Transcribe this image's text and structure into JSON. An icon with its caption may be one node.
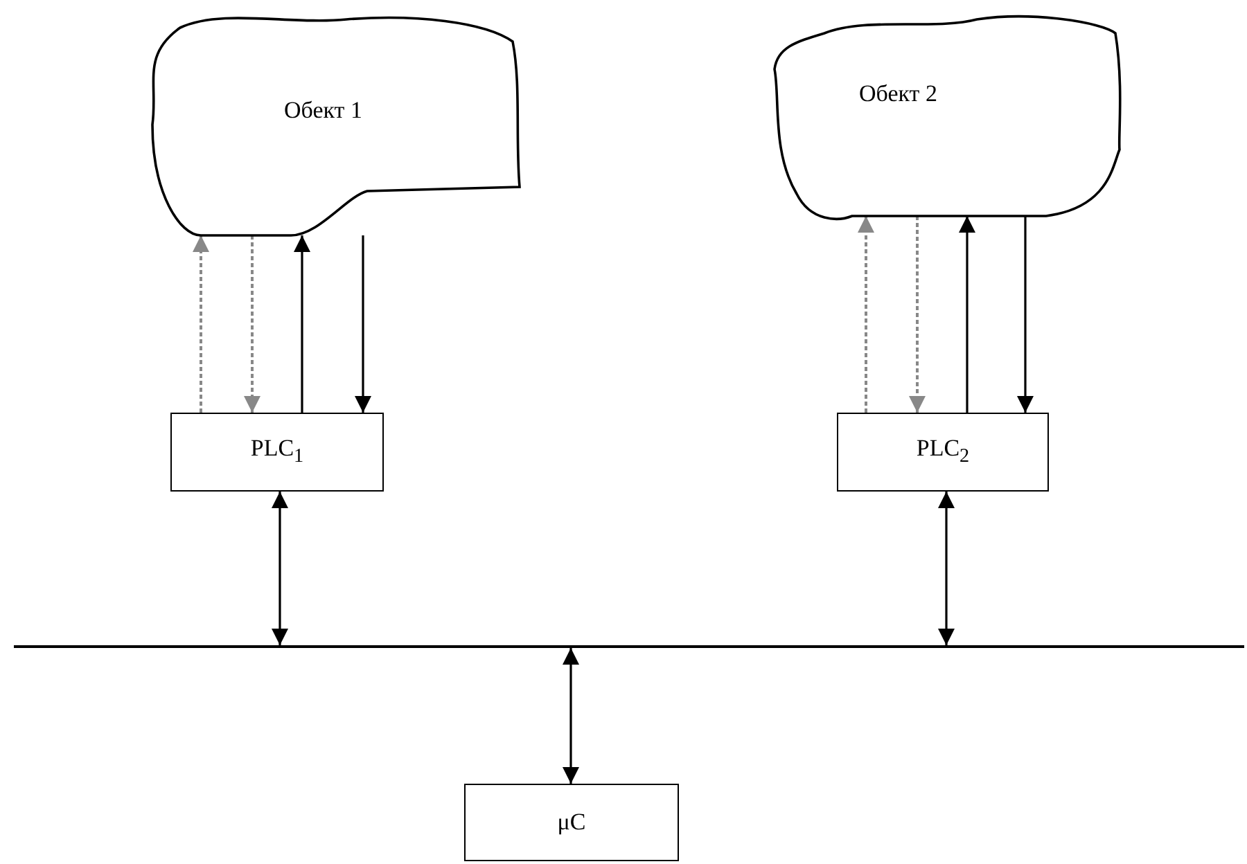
{
  "diagram": {
    "nodes": [
      {
        "text": [
          "Обект 1"
        ]
      },
      {
        "text": [
          "Обект 2"
        ]
      },
      {
        "text": [
          "PLC$_{1}$"
        ]
      },
      {
        "text": [
          "PLC$_{2}$"
        ]
      },
      {
        "text": [],
        "shape": "bar"
      },
      {
        "text": [
          "μC"
        ]
      }
    ],
    "edges": [
      {
        "from": 2,
        "to": 0,
        "arrow": "to",
        "style": "dashed",
        "color": "#888888"
      },
      {
        "from": 0,
        "to": 2,
        "arrow": "to",
        "style": "dashed",
        "color": "#888888"
      },
      {
        "from": 2,
        "to": 0,
        "arrow": "to"
      },
      {
        "from": 0,
        "to": 2,
        "arrow": "to"
      },
      {
        "from": 3,
        "to": 1,
        "arrow": "to",
        "style": "dashed",
        "color": "#888888"
      },
      {
        "from": 1,
        "to": 3,
        "arrow": "to",
        "style": "dashed",
        "color": "#888888"
      },
      {
        "from": 3,
        "to": 1,
        "arrow": "to"
      },
      {
        "from": 1,
        "to": 3,
        "arrow": "to"
      },
      {
        "from": 2,
        "to": 4,
        "arrow": "both"
      },
      {
        "from": 3,
        "to": 4,
        "arrow": "both"
      },
      {
        "from": 4,
        "to": 5,
        "arrow": "both"
      }
    ]
  }
}
